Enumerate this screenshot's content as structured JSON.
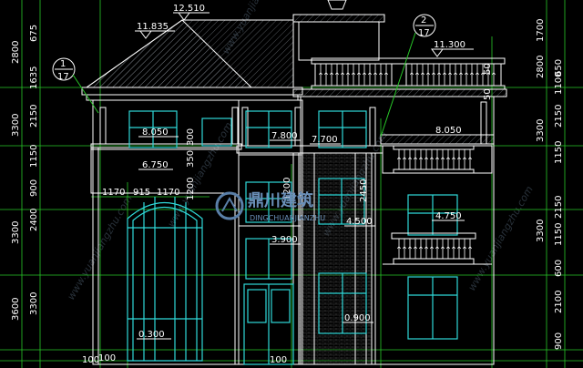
{
  "colors": {
    "background": "#000000",
    "outline": "#ffffff",
    "window": "#2fd9d9",
    "dimension": "#28c828",
    "level_marker": "#ffffff",
    "roof_hatch": "#9aa0a6"
  },
  "axis_tags": [
    {
      "num": "1",
      "den": "17"
    },
    {
      "num": "2",
      "den": "17"
    }
  ],
  "levels": {
    "l12510": "12.510",
    "l11835": "11.835",
    "l11300": "11.300",
    "l8050a": "8.050",
    "l8050b": "8.050",
    "l7800": "7.800",
    "l7700": "7.700",
    "l6750": "6.750",
    "l4750": "4.750",
    "l4500": "4.500",
    "l3900": "3.900",
    "l0900": "0.900",
    "l0300": "0.300"
  },
  "left_outer": [
    "2800",
    "3300",
    "3300",
    "3600"
  ],
  "left_inner": [
    "675",
    "1635",
    "2150",
    "1150",
    "900",
    "2400",
    "3300"
  ],
  "right_outer": [
    "1700",
    "2800",
    "3300",
    "3300"
  ],
  "right_inner": [
    "650",
    "1100",
    "2150",
    "1150",
    "2150",
    "1150",
    "600",
    "2100",
    "900"
  ],
  "horiz_dims": [
    "1170",
    "915",
    "1170",
    "100",
    "100",
    "100"
  ],
  "small_dims": [
    "350",
    "300",
    "1200",
    "1200",
    "2450",
    "50",
    "50"
  ],
  "logo": {
    "cn": "鼎川建筑",
    "en": "DINGCHUANJIANZHU"
  },
  "watermark": "www.yuanjiangzhu.com"
}
